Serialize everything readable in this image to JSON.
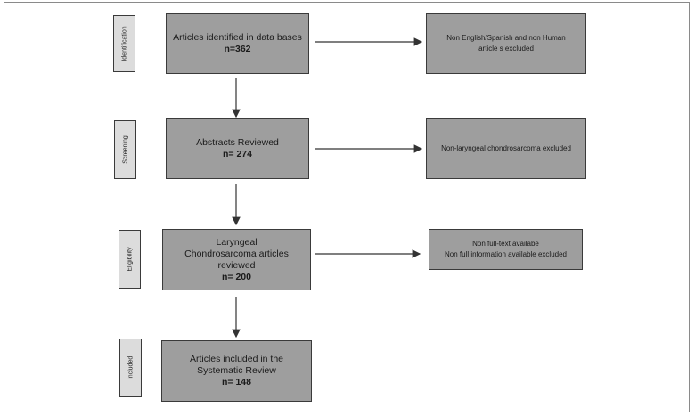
{
  "stages": [
    {
      "label": "Identification",
      "main_text": "Articles identified in data bases",
      "count": "n=362",
      "excluded": [
        "Non English/Spanish and non Human",
        "article s excluded"
      ]
    },
    {
      "label": "Screening",
      "main_text": "Abstracts Reviewed",
      "count": "n= 274",
      "excluded": [
        "Non-laryngeal chondrosarcoma excluded"
      ]
    },
    {
      "label": "Eligibility",
      "main_text": "Laryngeal Chondrosarcoma articles reviewed",
      "count": "n= 200",
      "excluded": [
        "Non full-text availabe",
        "Non full information available excluded"
      ]
    },
    {
      "label": "Included",
      "main_text": "Articles included in the Systematic Review",
      "count": "n= 148"
    }
  ]
}
